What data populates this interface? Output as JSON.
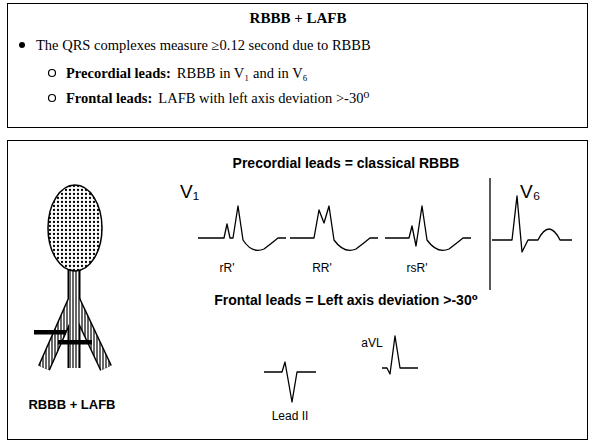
{
  "diagram": {
    "nodes": [
      {
        "text": [
          "RBBB + LAFB",
          "The QRS complexes measure ≥0.12 second due to RBBB",
          "Precordial leads:",
          "RBBB in V₁ and in V₆",
          "Frontal leads:",
          "LAFB with left axis deviation >-30⁰"
        ]
      },
      {
        "text": [
          "Precordial leads = classical RBBB",
          "Frontal leads = Left axis deviation >-30⁰"
        ]
      }
    ],
    "labels": [
      "V₁",
      "V₆",
      "rR'",
      "RR'",
      "rsR'",
      "RBBB + LAFB",
      "Lead II",
      "aVL"
    ]
  }
}
